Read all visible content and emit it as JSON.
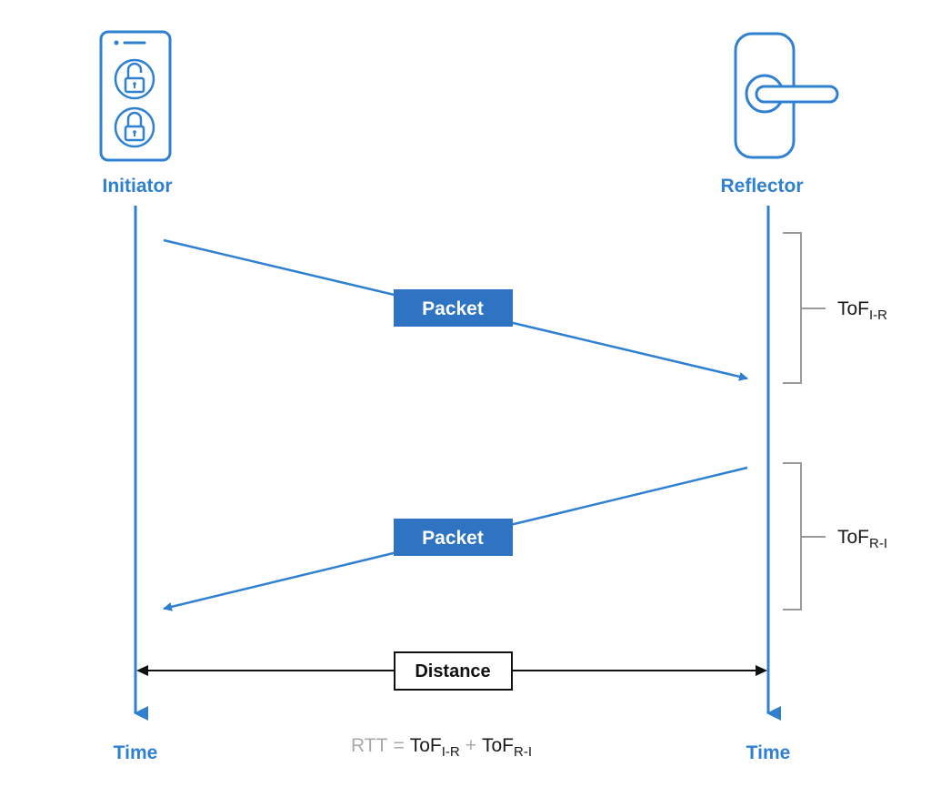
{
  "initiator": {
    "label": "Initiator",
    "time_label": "Time"
  },
  "reflector": {
    "label": "Reflector",
    "time_label": "Time"
  },
  "packets": [
    {
      "label": "Packet"
    },
    {
      "label": "Packet"
    }
  ],
  "tof_ir": {
    "base": "ToF",
    "sub": "I-R"
  },
  "tof_ri": {
    "base": "ToF",
    "sub": "R-I"
  },
  "distance": {
    "label": "Distance"
  },
  "formula": {
    "lhs": "RTT",
    "eq": "=",
    "term1_base": "ToF",
    "term1_sub": "I-R",
    "plus": "+",
    "term2_base": "ToF",
    "term2_sub": "R-I"
  },
  "colors": {
    "accent": "#2f80d0",
    "packet_fill": "#2f74c3",
    "bracket": "#9a9a9a"
  },
  "icons": {
    "initiator": "smartphone-lock-icon",
    "reflector": "door-handle-icon"
  }
}
